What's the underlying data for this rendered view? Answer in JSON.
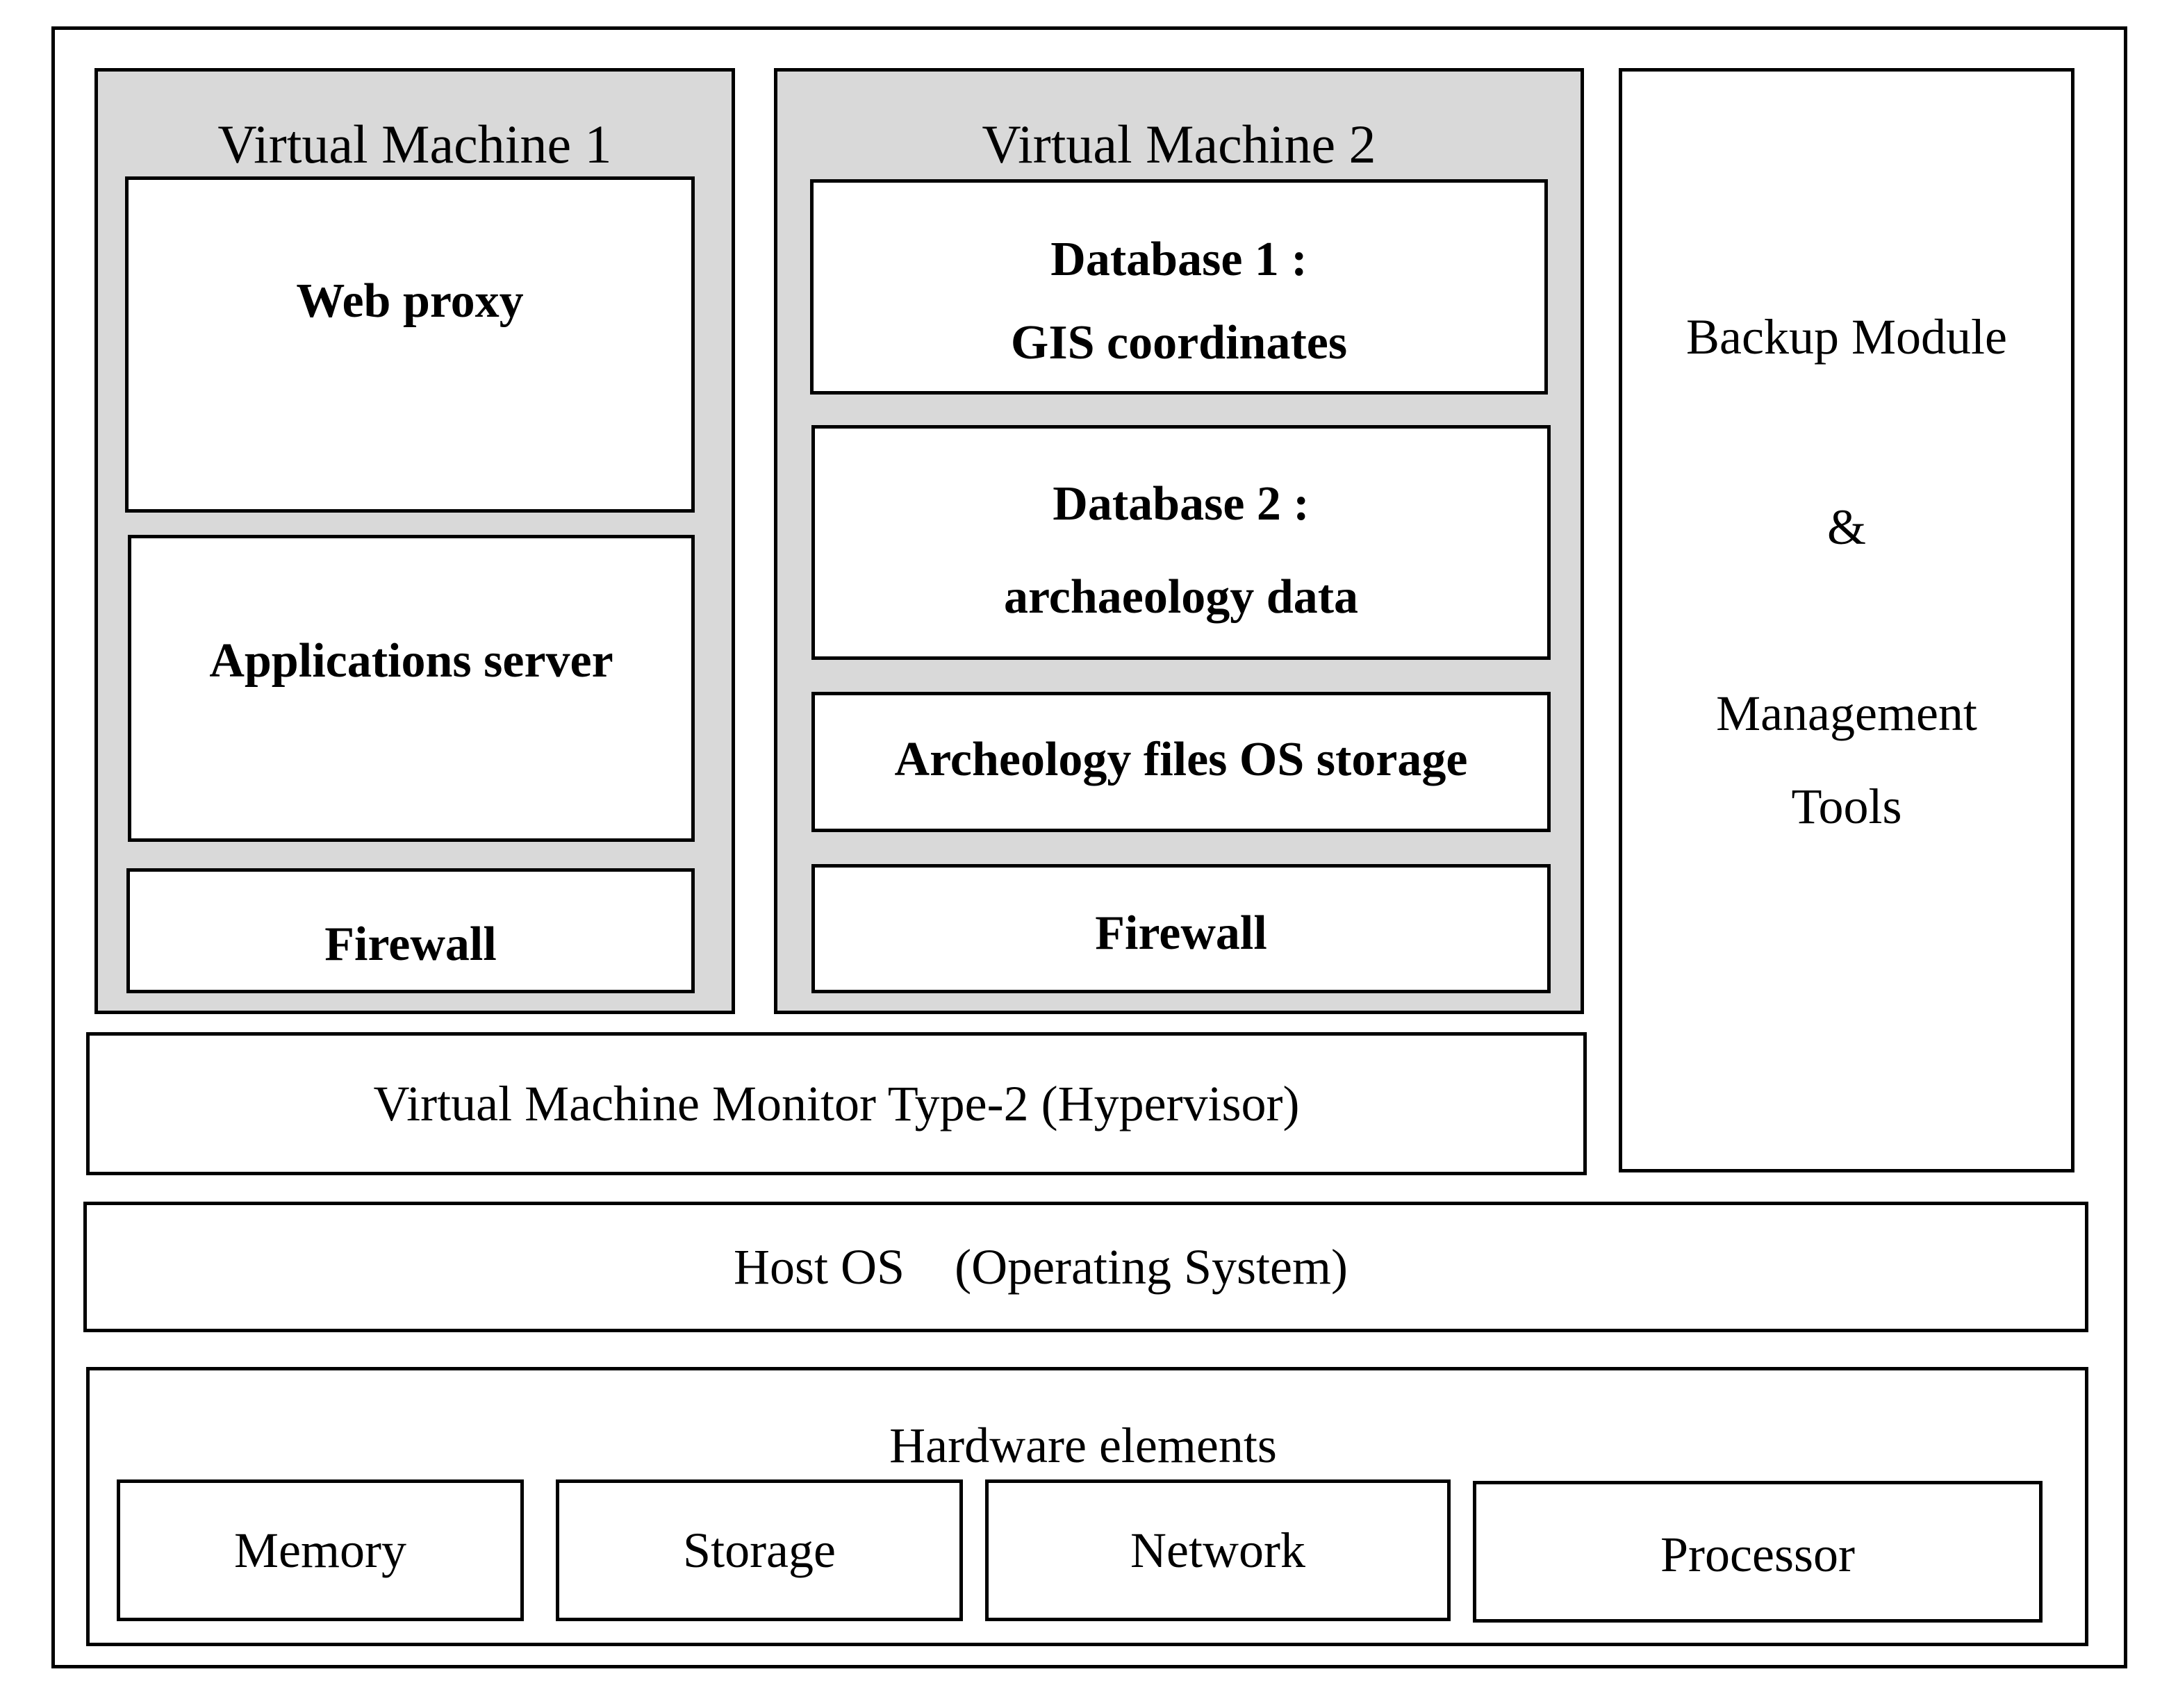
{
  "vm1": {
    "title": "Virtual Machine 1",
    "web_proxy": "Web proxy",
    "app_server": "Applications server",
    "firewall": "Firewall"
  },
  "vm2": {
    "title": "Virtual Machine 2",
    "db1_line1": "Database 1 :",
    "db1_line2": "GIS coordinates",
    "db2_line1": "Database 2 :",
    "db2_line2": "archaeology data",
    "storage": "Archeology files OS storage",
    "firewall": "Firewall"
  },
  "backup": {
    "line1": "Backup Module",
    "line2": "&",
    "line3": "Management",
    "line4": "Tools"
  },
  "hypervisor": {
    "label": "Virtual Machine Monitor Type-2 (Hypervisor)"
  },
  "host_os": {
    "label": "Host OS    (Operating System)"
  },
  "hardware": {
    "title": "Hardware elements",
    "items": [
      "Memory",
      "Storage",
      "Network",
      "Processor"
    ]
  }
}
